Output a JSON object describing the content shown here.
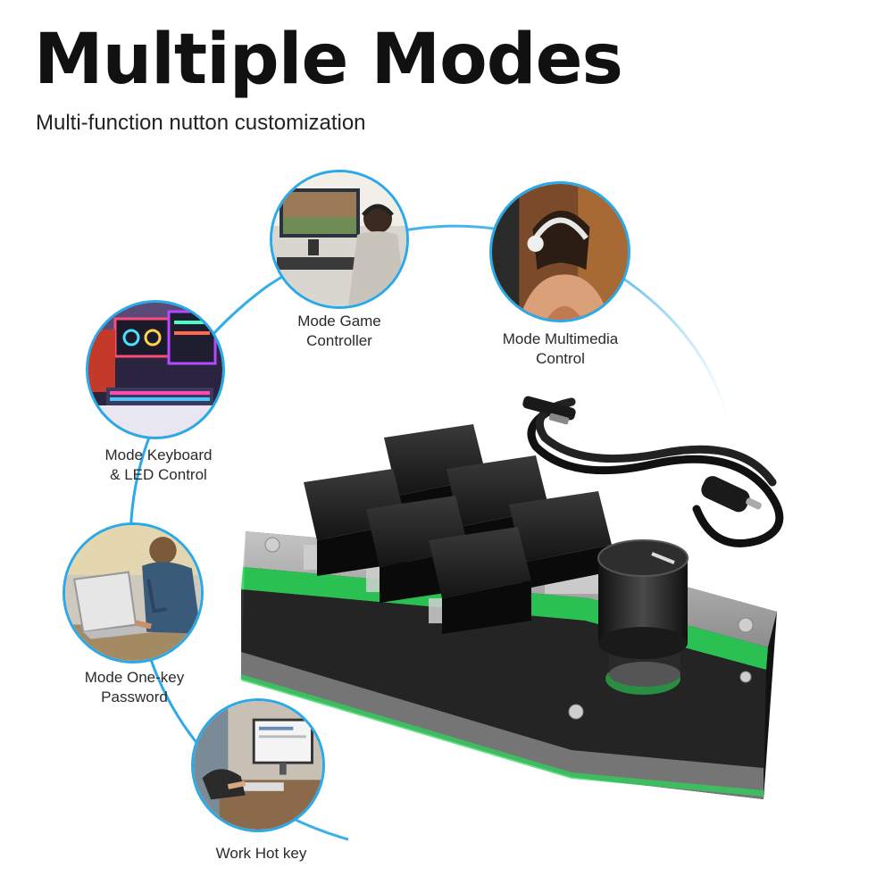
{
  "header": {
    "title": "Multiple Modes",
    "subtitle": "Multi-function nutton customization"
  },
  "accent_color": "#29a9e8",
  "modes": [
    {
      "label": "Mode Game\nController",
      "icon": "gamer-icon"
    },
    {
      "label": "Mode Multimedia\nControl",
      "icon": "headphones-icon"
    },
    {
      "label": "Mode Keyboard\n& LED Control",
      "icon": "rgb-pc-icon"
    },
    {
      "label": "Mode One-key\nPassword",
      "icon": "laptop-icon"
    },
    {
      "label": "Work Hot key",
      "icon": "office-desk-icon"
    }
  ],
  "product": {
    "keys": 6,
    "knobs": 1,
    "cable": "usb-c-cable-icon",
    "glow_color": "#2fd45a"
  }
}
